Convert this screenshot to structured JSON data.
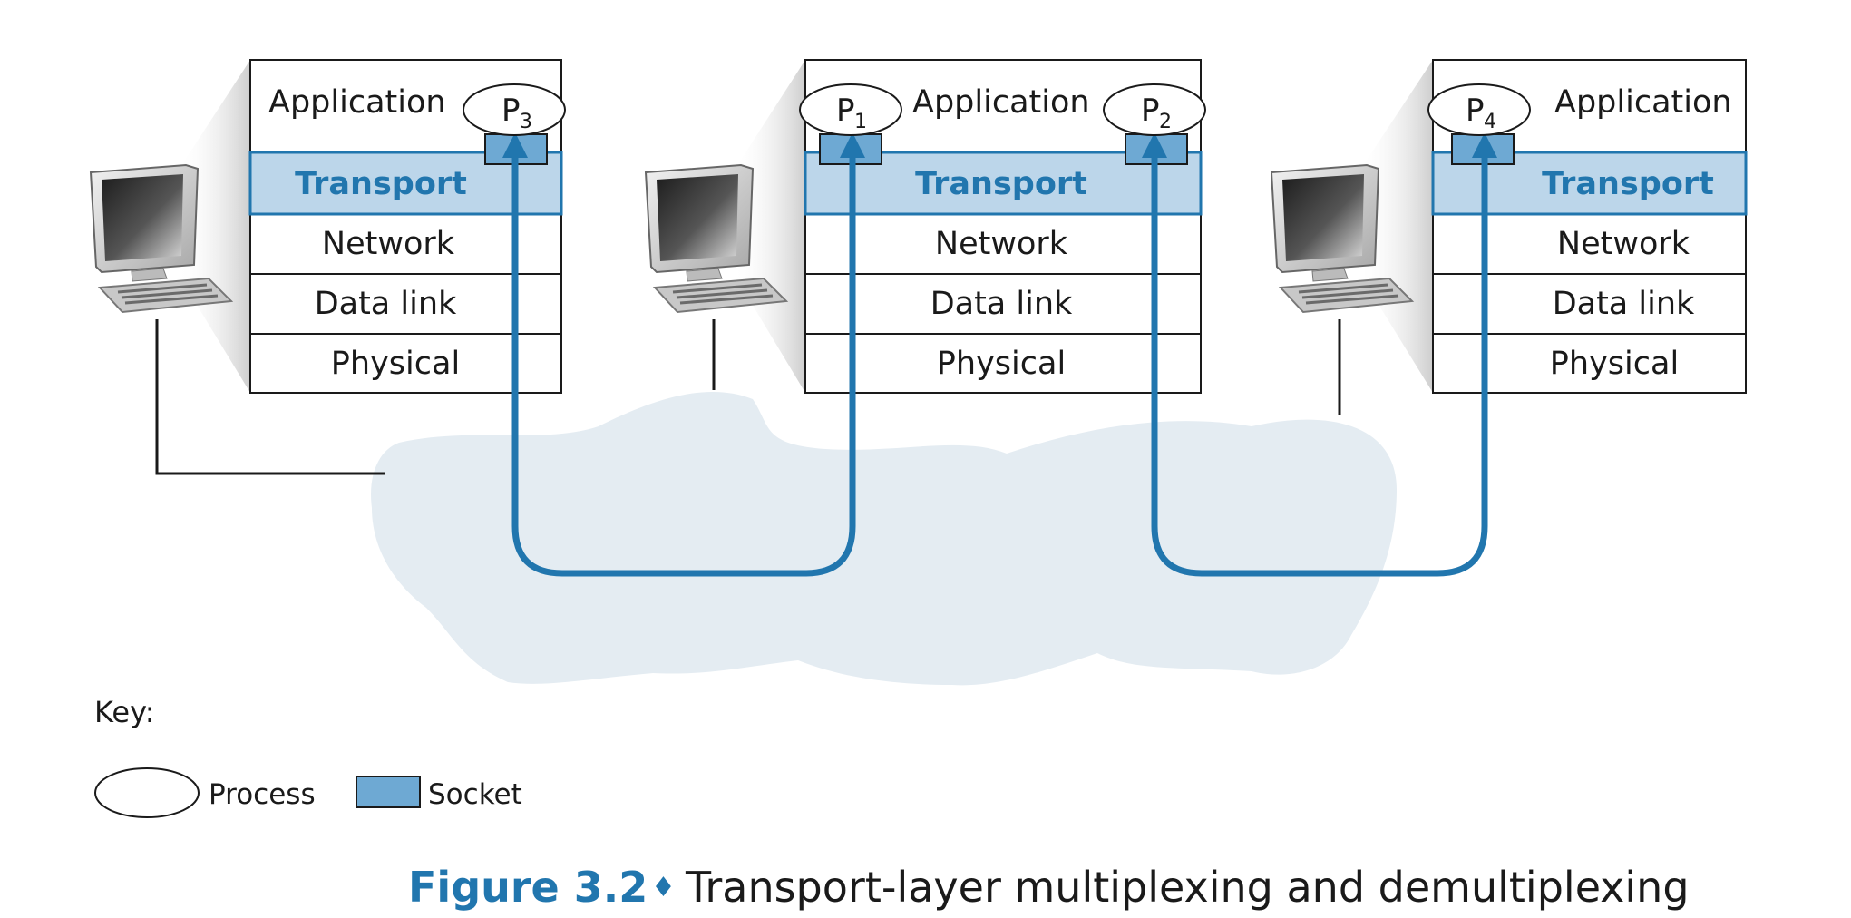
{
  "layers": {
    "application": "Application",
    "transport": "Transport",
    "network": "Network",
    "data_link": "Data link",
    "physical": "Physical"
  },
  "processes": {
    "p3": {
      "letter": "P",
      "sub": "3"
    },
    "p1": {
      "letter": "P",
      "sub": "1"
    },
    "p2": {
      "letter": "P",
      "sub": "2"
    },
    "p4": {
      "letter": "P",
      "sub": "4"
    }
  },
  "key": {
    "title": "Key:",
    "process_label": "Process",
    "socket_label": "Socket"
  },
  "caption": {
    "figure": "Figure 3.2",
    "diamond": "♦",
    "text": "Transport-layer multiplexing and demultiplexing"
  },
  "colors": {
    "transport_fill": "#bcd6ea",
    "transport_border": "#2176ae",
    "socket_fill": "#6ea9d3",
    "path_blue": "#2176ae",
    "cloud": "#e4ecf2"
  },
  "icons": [
    "computer-icon",
    "monitor-icon",
    "keyboard-icon"
  ]
}
